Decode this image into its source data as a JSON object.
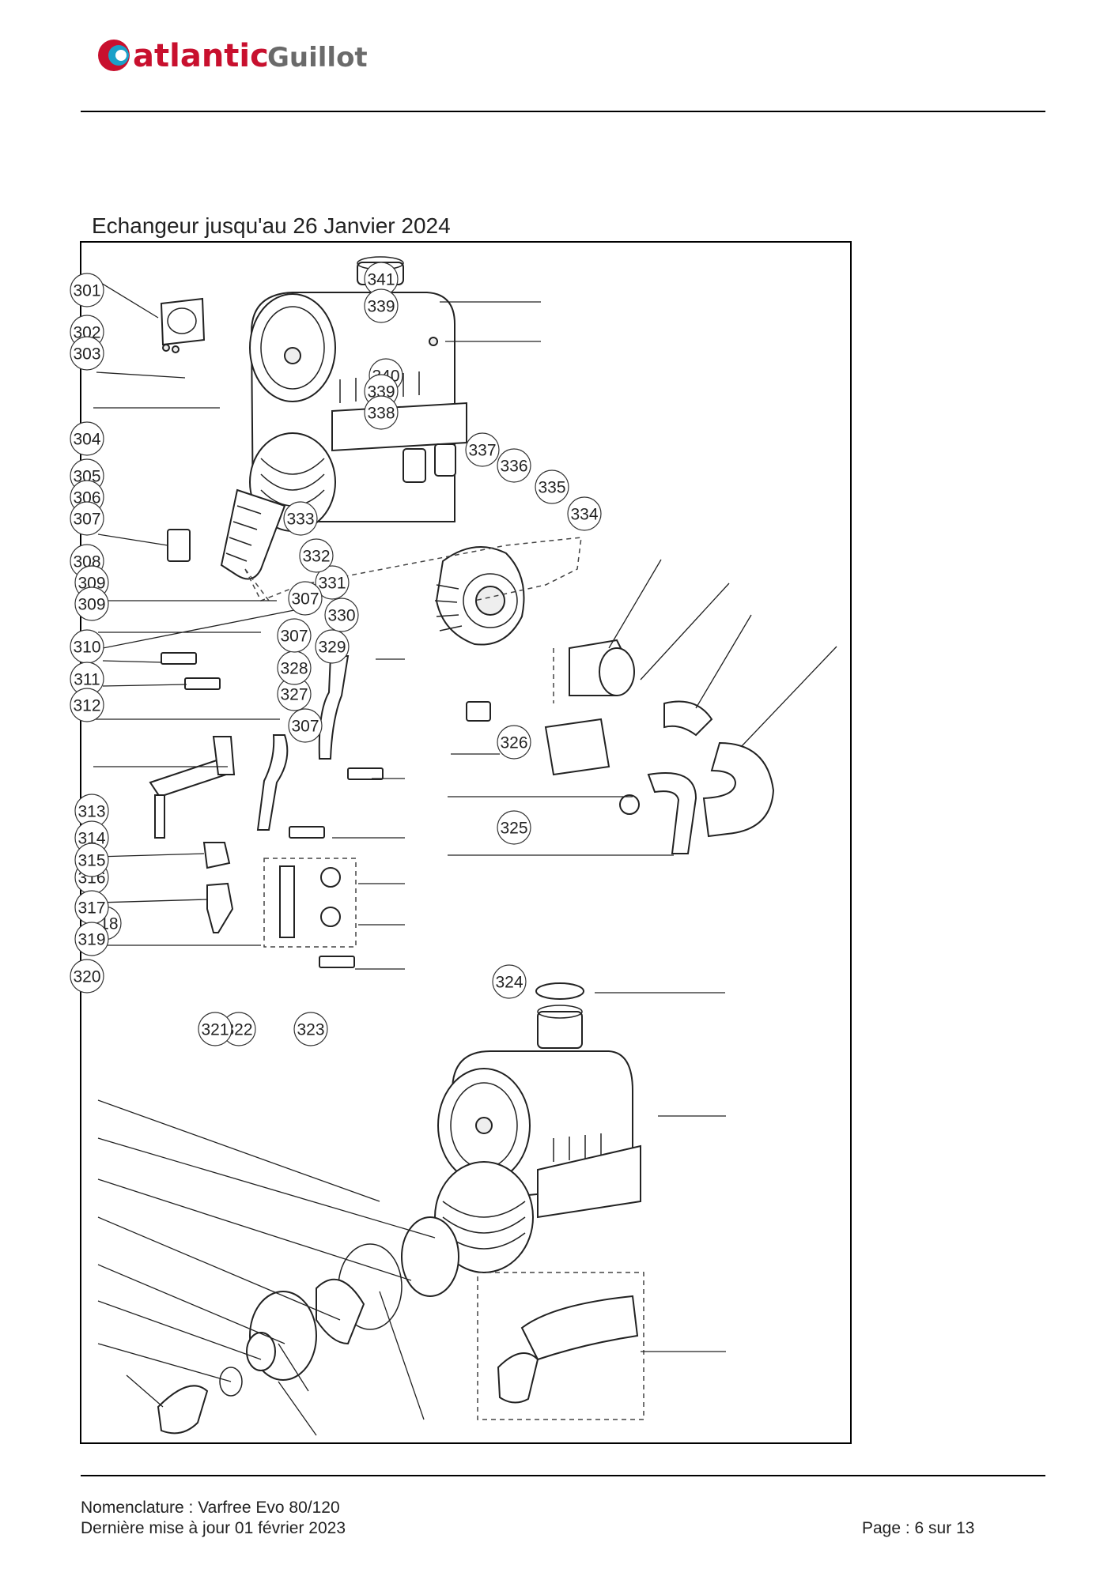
{
  "header": {
    "logo_part1": "atlantic",
    "logo_part2": "Guillot"
  },
  "section_title": "Echangeur jusqu'au 26 Janvier 2024",
  "callouts": [
    "301",
    "302",
    "303",
    "304",
    "305",
    "306",
    "307",
    "308",
    "309",
    "309",
    "310",
    "311",
    "312",
    "313",
    "314",
    "315",
    "316",
    "317",
    "318",
    "319",
    "320",
    "321",
    "322",
    "323",
    "324",
    "325",
    "326",
    "327",
    "328",
    "307",
    "307",
    "329",
    "330",
    "331",
    "307",
    "332",
    "333",
    "334",
    "335",
    "336",
    "337",
    "338",
    "339",
    "340",
    "339",
    "341"
  ],
  "footer": {
    "nomenclature": "Nomenclature : Varfree Evo 80/120",
    "last_update": "Dernière mise à jour 01 février 2023",
    "page": "Page : 6 sur 13"
  }
}
